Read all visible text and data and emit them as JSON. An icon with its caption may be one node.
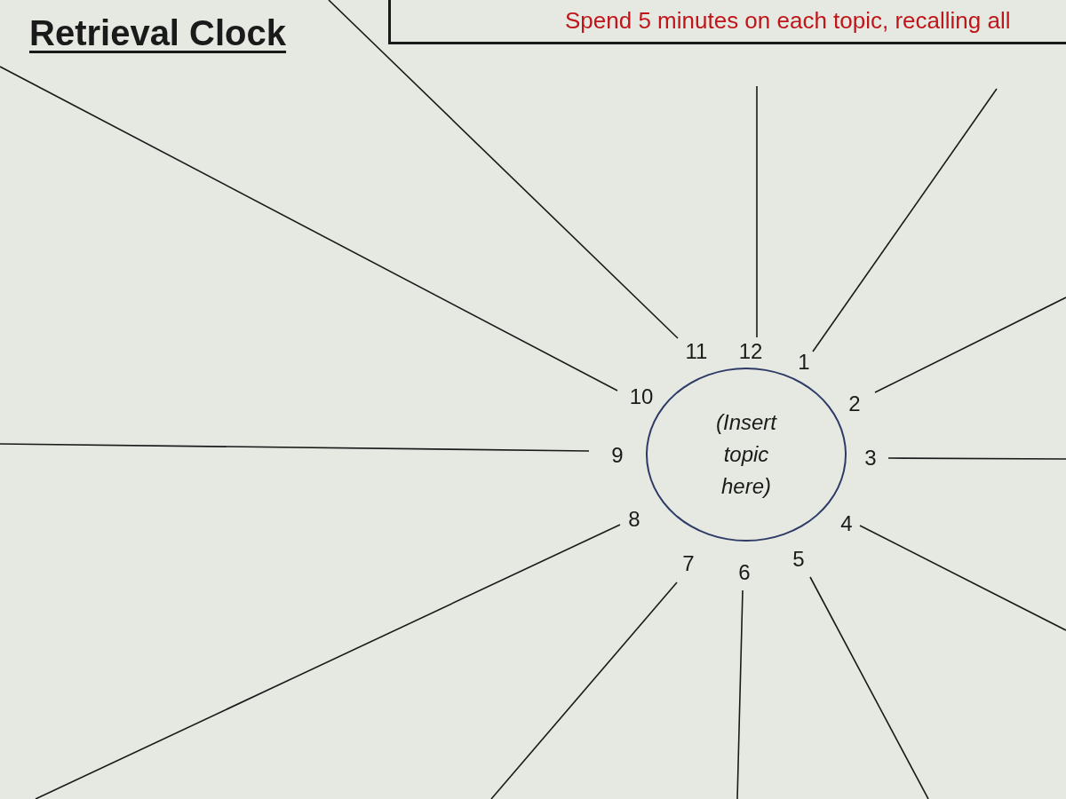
{
  "diagram": {
    "title": "Retrieval Clock",
    "nodes": [
      {
        "text": [
          "Spend 5 minutes on each topic, recalling all"
        ]
      },
      {
        "text": [
          "(Insert topic here)"
        ]
      },
      {
        "text": [
          "1"
        ]
      },
      {
        "text": [
          "2"
        ]
      },
      {
        "text": [
          "3"
        ]
      },
      {
        "text": [
          "4"
        ]
      },
      {
        "text": [
          "5"
        ]
      },
      {
        "text": [
          "6"
        ]
      },
      {
        "text": [
          "7"
        ]
      },
      {
        "text": [
          "8"
        ]
      },
      {
        "text": [
          "9"
        ]
      },
      {
        "text": [
          "10"
        ]
      },
      {
        "text": [
          "11"
        ]
      },
      {
        "text": [
          "12"
        ]
      }
    ],
    "edges": [
      {
        "from": 2,
        "to": null,
        "arrow": "none"
      },
      {
        "from": 3,
        "to": null,
        "arrow": "none"
      },
      {
        "from": 4,
        "to": null,
        "arrow": "none"
      },
      {
        "from": 5,
        "to": null,
        "arrow": "none"
      },
      {
        "from": 6,
        "to": null,
        "arrow": "none"
      },
      {
        "from": 7,
        "to": null,
        "arrow": "none"
      },
      {
        "from": 8,
        "to": null,
        "arrow": "none"
      },
      {
        "from": 9,
        "to": null,
        "arrow": "none"
      },
      {
        "from": 10,
        "to": null,
        "arrow": "none"
      },
      {
        "from": 11,
        "to": null,
        "arrow": "none"
      },
      {
        "from": 12,
        "to": null,
        "arrow": "none"
      },
      {
        "from": 13,
        "to": null,
        "arrow": "none"
      }
    ]
  }
}
